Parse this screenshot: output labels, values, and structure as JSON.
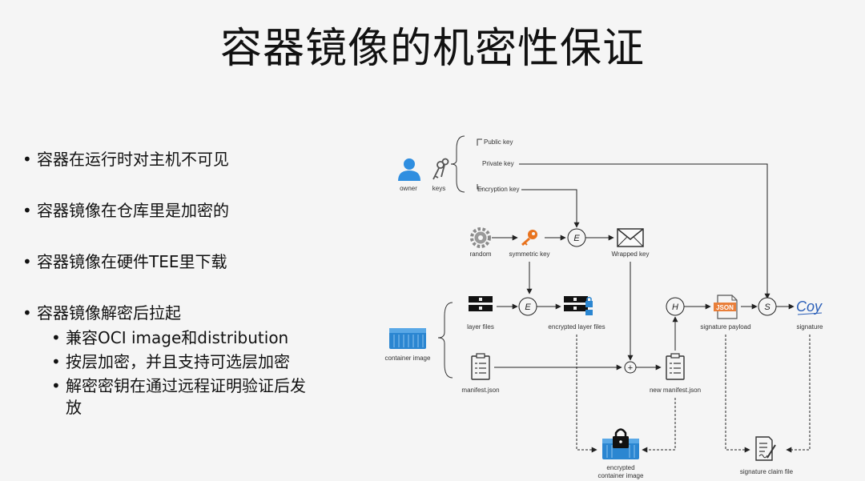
{
  "slide": {
    "title": "容器镜像的机密性保证",
    "bullets": [
      "容器在运行时对主机不可见",
      "容器镜像在仓库里是加密的",
      "容器镜像在硬件TEE里下载",
      "容器镜像解密后拉起"
    ],
    "sub_bullets": [
      "兼容OCI image和distribution",
      "按层加密，并且支持可选层加密",
      "解密密钥在通过远程证明验证后发放"
    ]
  },
  "diagram": {
    "labels": {
      "owner": "owner",
      "keys": "keys",
      "public_key": "Public key",
      "private_key": "Private key",
      "encryption_key": "Encryption key",
      "random": "random",
      "symmetric_key": "symmetric key",
      "wrapped_key": "Wrapped key",
      "layer_files": "layer files",
      "encrypted_layer_files": "encrypted layer files",
      "container_image": "container image",
      "manifest_json": "manifest.json",
      "new_manifest_json": "new manifest.json",
      "signature_payload": "signature payload",
      "signature": "signature",
      "encrypted_container_image_1": "encrypted",
      "encrypted_container_image_2": "container image",
      "signature_claim_file": "signature claim file",
      "json_badge": "JSON",
      "signature_script": "Coy"
    },
    "operators": {
      "encrypt_symmetric": "E",
      "encrypt_layers": "E",
      "hash": "H",
      "sign": "S",
      "combine": "+"
    },
    "colors": {
      "user_blue": "#2f8ee0",
      "key_orange": "#e8731e",
      "container_blue": "#2b86d1",
      "json_orange": "#e97f3a",
      "signature_blue": "#2b5fb8",
      "line": "#222222"
    }
  }
}
